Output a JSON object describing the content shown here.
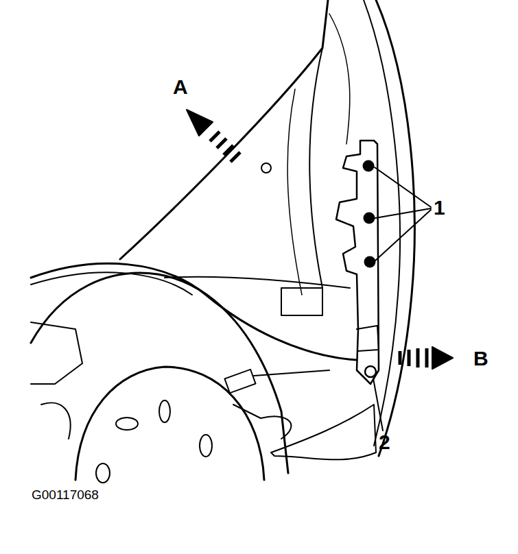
{
  "diagram": {
    "labels": [
      "A",
      "1",
      "B",
      "2",
      "G00117068"
    ]
  }
}
